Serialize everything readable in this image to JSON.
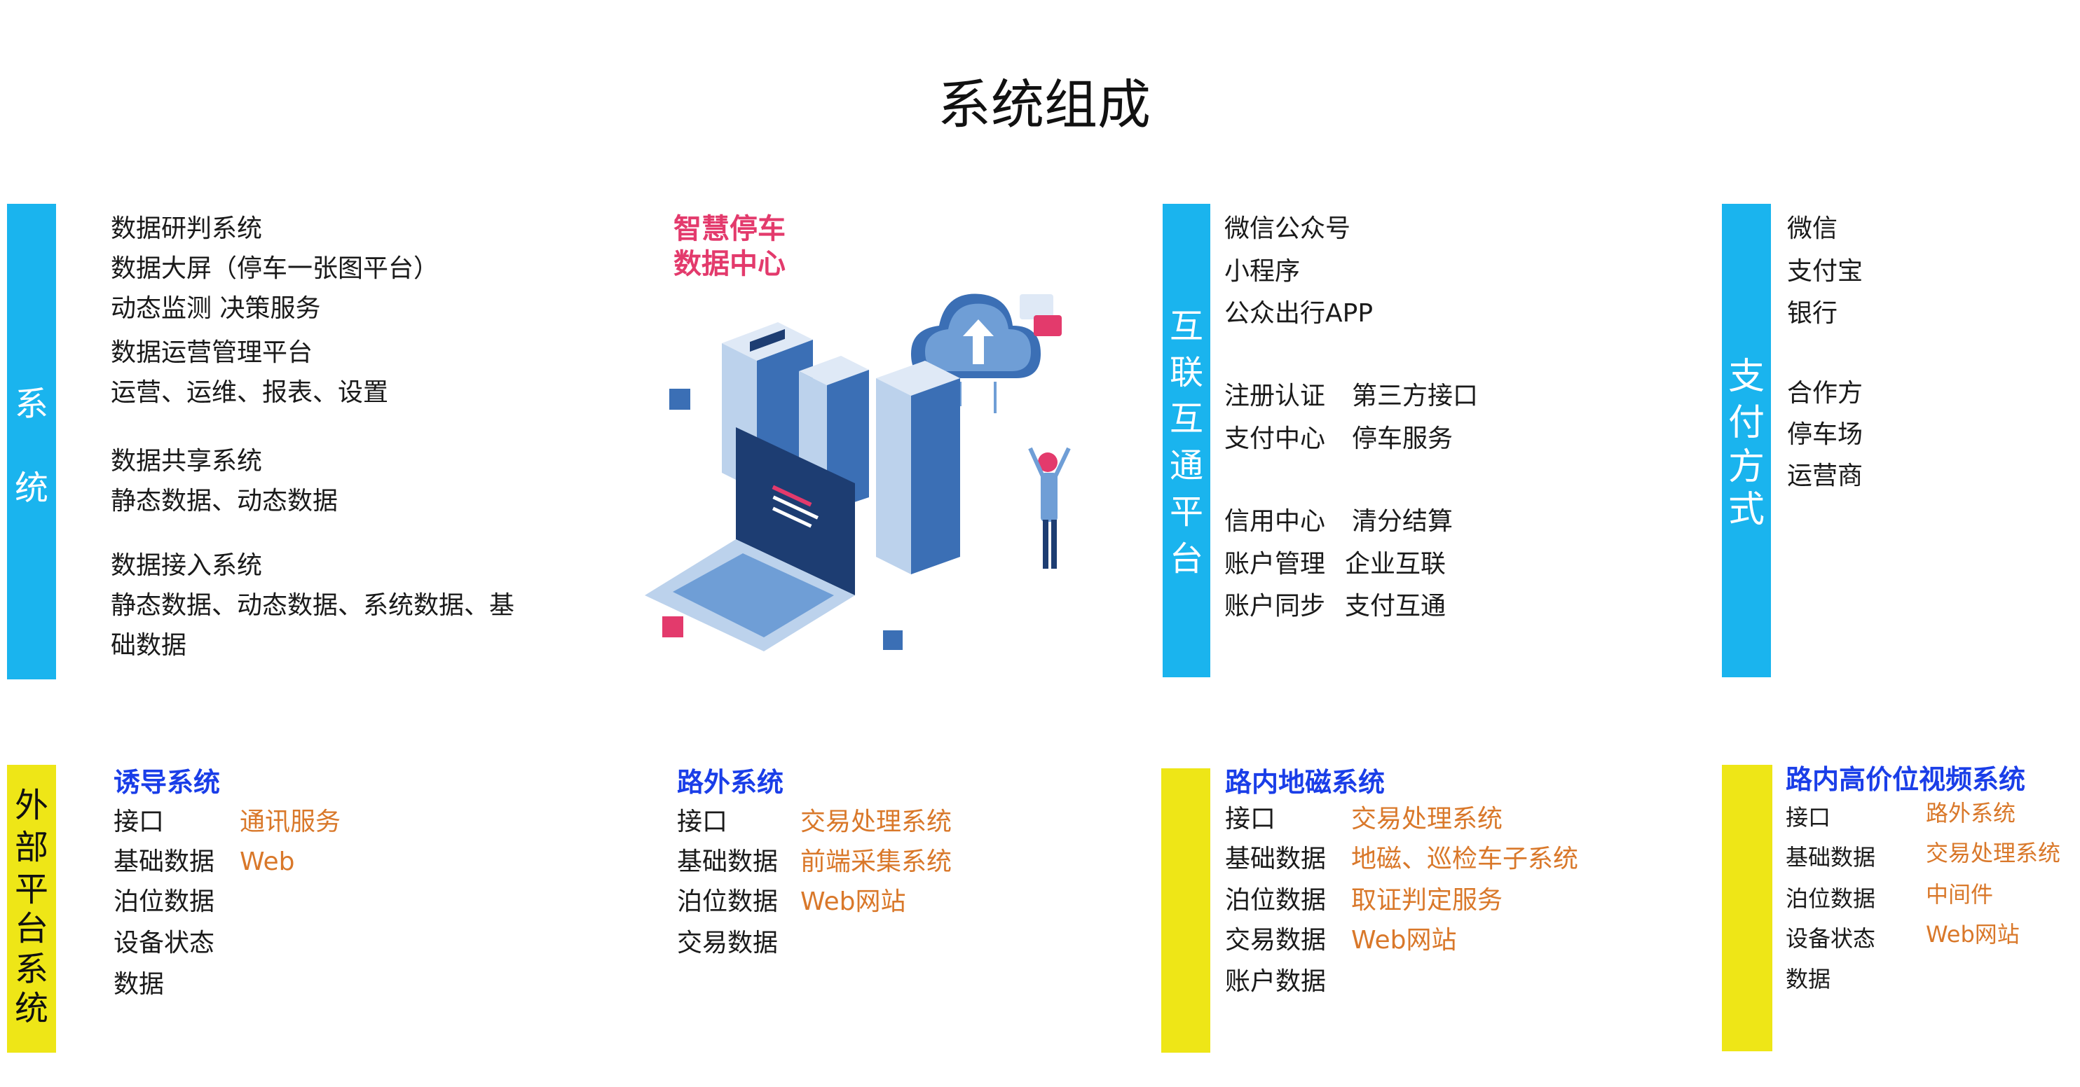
{
  "title": "系统组成",
  "colors": {
    "bar_blue": "#1ab4ee",
    "bar_yellow": "#eee617",
    "heading_blue": "#1a3ee8",
    "value_orange": "#d9782a",
    "center_red": "#e33a6c"
  },
  "system": {
    "label": [
      "系",
      "统"
    ],
    "lines": [
      "数据研判系统",
      "数据大屏（停车一张图平台）",
      "动态监测 决策服务",
      "数据运营管理平台",
      "运营、运维、报表、设置",
      "数据共享系统",
      "静态数据、动态数据",
      "数据接入系统",
      "静态数据、动态数据、系统数据、基",
      "础数据"
    ]
  },
  "center": {
    "title_line1": "智慧停车",
    "title_line2": "数据中心",
    "illustration": "server-laptop-cloud-illustration"
  },
  "interconnect": {
    "label": [
      "互",
      "联",
      "互",
      "通",
      "平",
      "台"
    ],
    "single": [
      "微信公众号",
      "小程序",
      "公众出行APP"
    ],
    "pairs": [
      [
        "注册认证",
        "第三方接口"
      ],
      [
        "支付中心",
        "停车服务"
      ],
      [
        "信用中心",
        "清分结算"
      ],
      [
        "账户管理",
        "企业互联"
      ],
      [
        "账户同步",
        "支付互通"
      ]
    ]
  },
  "payment": {
    "label": [
      "支",
      "付",
      "方",
      "式"
    ],
    "items": [
      "微信",
      "支付宝",
      "银行",
      "合作方",
      "停车场",
      "运营商"
    ]
  },
  "external": {
    "label": [
      "外",
      "部",
      "平",
      "台",
      "系",
      "统"
    ],
    "sections": [
      {
        "title": "诱导系统",
        "items": [
          "接口",
          "基础数据",
          "泊位数据",
          "设备状态",
          "数据"
        ],
        "values": [
          "通讯服务",
          "Web"
        ]
      },
      {
        "title": "路外系统",
        "items": [
          "接口",
          "基础数据",
          "泊位数据",
          "交易数据"
        ],
        "values": [
          "交易处理系统",
          "前端采集系统",
          "Web网站"
        ]
      },
      {
        "title": "路内地磁系统",
        "items": [
          "接口",
          "基础数据",
          "泊位数据",
          "交易数据",
          "账户数据"
        ],
        "values": [
          "交易处理系统",
          "地磁、巡检车子系统",
          "取证判定服务",
          "Web网站"
        ]
      },
      {
        "title": "路内高价位视频系统",
        "items": [
          "接口",
          "基础数据",
          "泊位数据",
          "设备状态",
          "数据"
        ],
        "values": [
          "路外系统",
          "交易处理系统",
          "中间件",
          "Web网站"
        ]
      }
    ]
  }
}
